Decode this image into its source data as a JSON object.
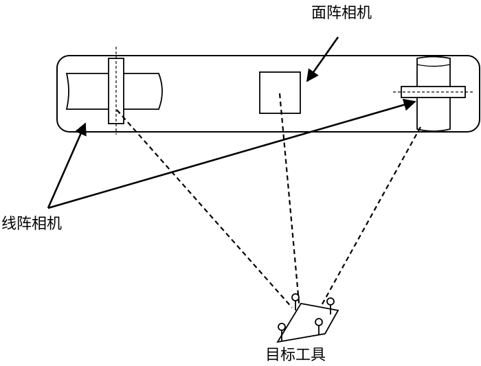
{
  "labels": {
    "area_camera": "面阵相机",
    "line_camera": "线阵相机",
    "target_tool": "目标工具"
  }
}
